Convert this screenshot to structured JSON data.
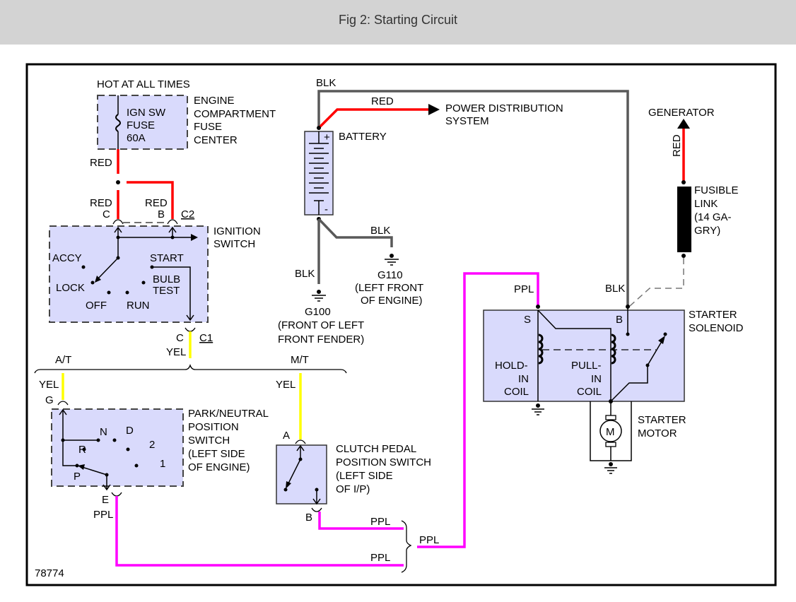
{
  "header": {
    "title": "Fig 2: Starting Circuit"
  },
  "diagram_id": "78774",
  "wire_colors": {
    "RED": "#ff0000",
    "BLK": "#595959",
    "YEL": "#ffff00",
    "PPL": "#ff00ff"
  },
  "fuse_center": {
    "hot_label": "HOT AT ALL TIMES",
    "fuse_lines": [
      "IGN SW",
      "FUSE",
      "60A"
    ],
    "name_lines": [
      "ENGINE",
      "COMPARTMENT",
      "FUSE",
      "CENTER"
    ],
    "out_wire": "RED"
  },
  "ignition_switch": {
    "name_lines": [
      "IGNITION",
      "SWITCH"
    ],
    "in_wire_c": "RED",
    "pin_c": "C",
    "in_wire_b": "RED",
    "pin_b": "B",
    "connector_top": "C2",
    "positions": [
      "ACCY",
      "LOCK",
      "OFF",
      "RUN",
      "START",
      "BULB",
      "TEST"
    ],
    "out_pin": "C",
    "connector_bottom": "C1",
    "out_wire": "YEL"
  },
  "branches": {
    "at": "A/T",
    "mt": "M/T"
  },
  "park_neutral_switch": {
    "in_pin": "G",
    "in_wire": "YEL",
    "name_lines": [
      "PARK/NEUTRAL",
      "POSITION",
      "SWITCH",
      "(LEFT SIDE",
      "OF ENGINE)"
    ],
    "positions": [
      "N",
      "D",
      "R",
      "2",
      "1",
      "P"
    ],
    "out_pin": "E",
    "out_wire": "PPL"
  },
  "clutch_switch": {
    "in_pin": "A",
    "in_wire": "YEL",
    "name_lines": [
      "CLUTCH PEDAL",
      "POSITION SWITCH",
      "(LEFT SIDE",
      "OF I/P)"
    ],
    "out_pin": "B",
    "out_wire": "PPL"
  },
  "ppl_merge": {
    "top": "PPL",
    "bottom": "PPL",
    "out": "PPL",
    "solenoid_in": "PPL"
  },
  "battery": {
    "name": "BATTERY",
    "plus": "+",
    "minus": "-",
    "top_wire": "BLK",
    "pos_wire": "RED",
    "pds_lines": [
      "POWER DISTRIBUTION",
      "SYSTEM"
    ],
    "ground_wire_1": "BLK",
    "ground_wire_2": "BLK"
  },
  "grounds": {
    "g100": [
      "G100",
      "(FRONT OF LEFT",
      "FRONT FENDER)"
    ],
    "g110": [
      "G110",
      "(LEFT FRONT",
      "OF ENGINE)"
    ]
  },
  "generator": {
    "name": "GENERATOR",
    "wire": "RED",
    "fusible_lines": [
      "FUSIBLE",
      "LINK",
      "(14 GA-",
      "GRY)"
    ]
  },
  "starter_solenoid": {
    "name_lines": [
      "STARTER",
      "SOLENOID"
    ],
    "pin_s": "S",
    "pin_b": "B",
    "b_wire": "BLK",
    "hold_lines": [
      "HOLD-",
      "IN",
      "COIL"
    ],
    "pull_lines": [
      "PULL-",
      "IN",
      "COIL"
    ]
  },
  "starter_motor": {
    "symbol": "M",
    "name_lines": [
      "STARTER",
      "MOTOR"
    ]
  }
}
